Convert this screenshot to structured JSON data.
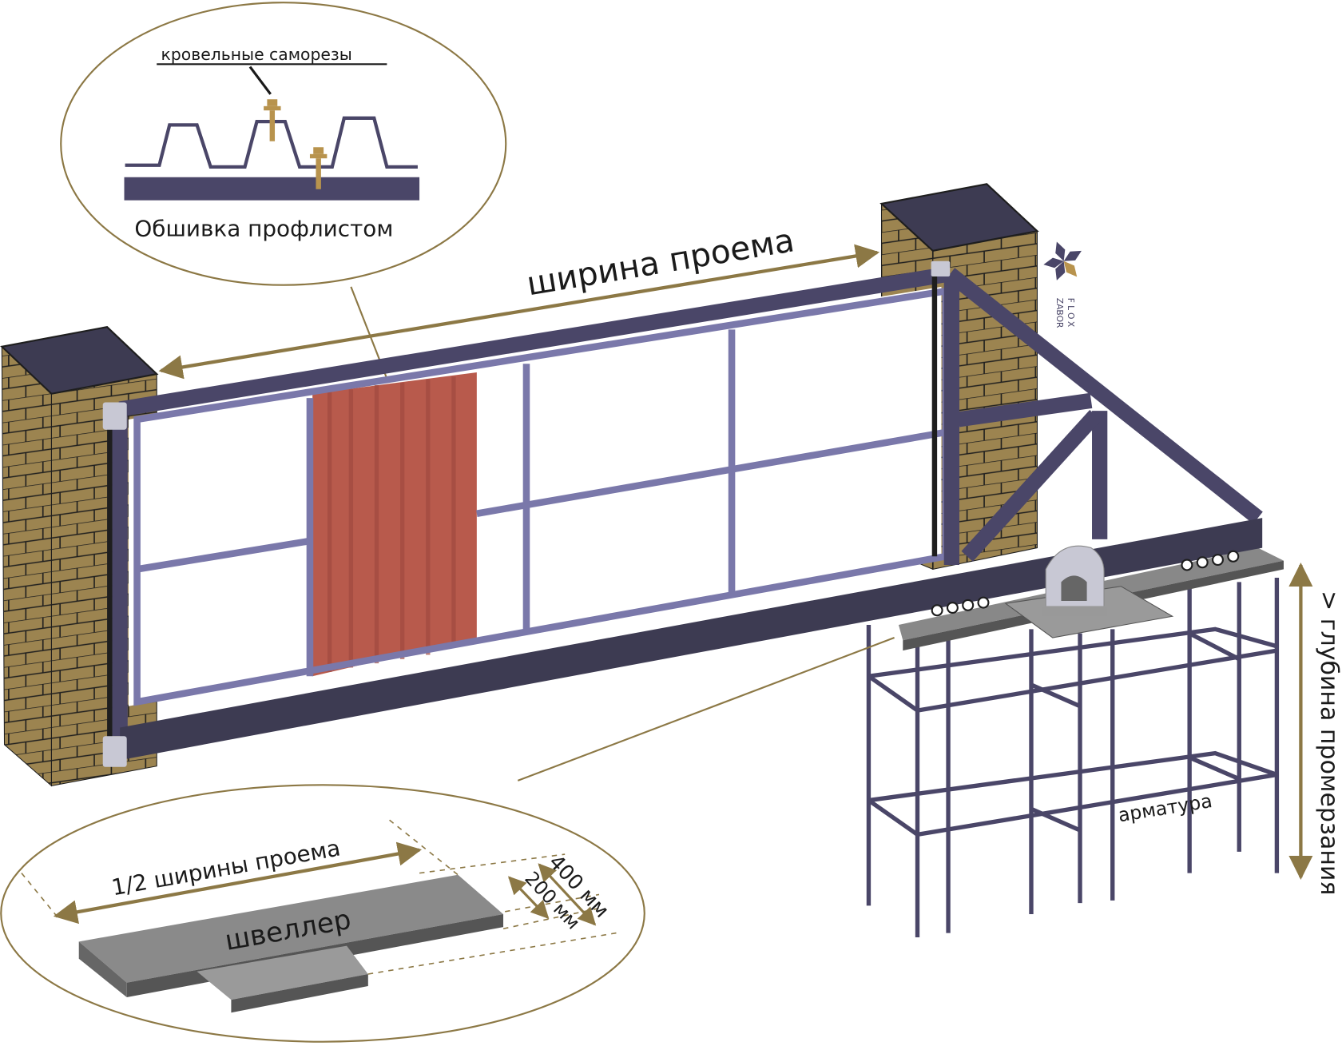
{
  "labels": {
    "roofing_screws": "кровельные саморезы",
    "profile_sheathing": "Обшивка профлистом",
    "opening_width": "ширина проема",
    "half_opening_width": "1/2 ширины проема",
    "channel": "швеллер",
    "dim_400": "400 мм",
    "dim_200": "200 мм",
    "rebar": "арматура",
    "freezing_depth": "> глубина промерзания"
  },
  "logo": {
    "line1": "FLOX",
    "line2": "ZABOR"
  },
  "colors": {
    "frame_dark": "#4a4668",
    "frame_light": "#7a78aa",
    "brick": "#9c8450",
    "pillar_top": "#3d3b52",
    "arrow": "#8c7845",
    "sheet": "#b85a4c",
    "steel": "#8a8a8a"
  }
}
